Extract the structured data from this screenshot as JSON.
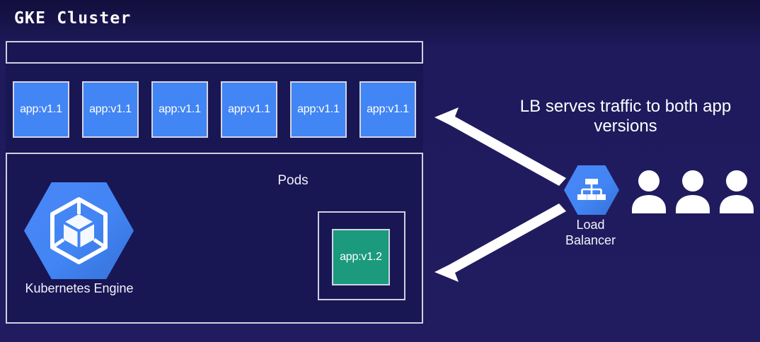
{
  "diagram": {
    "title": "GKE Cluster",
    "background_color": "#1e1a5c",
    "accent_blue": "#4285f4",
    "accent_green": "#1b9a7d",
    "border_color": "#cfcfe0"
  },
  "cluster": {
    "pods_label": "Pods",
    "pods": [
      {
        "label": "app:v1.1"
      },
      {
        "label": "app:v1.1"
      },
      {
        "label": "app:v1.1"
      },
      {
        "label": "app:v1.1"
      },
      {
        "label": "app:v1.1"
      },
      {
        "label": "app:v1.1"
      }
    ],
    "canary": {
      "label": "app:v1.2"
    },
    "engine": {
      "label": "Kubernetes Engine",
      "icon": "kubernetes-engine-hexagon-icon"
    }
  },
  "right_panel": {
    "caption_line1": "LB serves traffic to both app",
    "caption_line2": "versions",
    "load_balancer": {
      "label_line1": "Load",
      "label_line2": "Balancer",
      "icon": "load-balancer-hexagon-icon"
    },
    "users": [
      {
        "icon": "user-icon"
      },
      {
        "icon": "user-icon"
      },
      {
        "icon": "user-icon"
      }
    ],
    "arrows": [
      {
        "name": "arrow-to-v1-1-pods",
        "direction": "up-left"
      },
      {
        "name": "arrow-to-v1-2-pod",
        "direction": "down-left"
      }
    ]
  }
}
